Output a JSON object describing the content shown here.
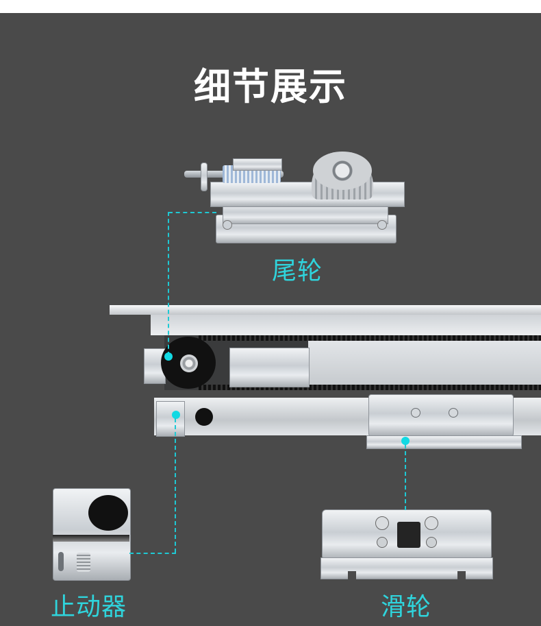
{
  "page": {
    "title": "细节展示",
    "background_color": "#4a4a4a",
    "accent_color": "#2fd4dc"
  },
  "callouts": [
    {
      "id": "tail-wheel",
      "label": "尾轮"
    },
    {
      "id": "stopper",
      "label": "止动器"
    },
    {
      "id": "pulley",
      "label": "滑轮"
    }
  ]
}
